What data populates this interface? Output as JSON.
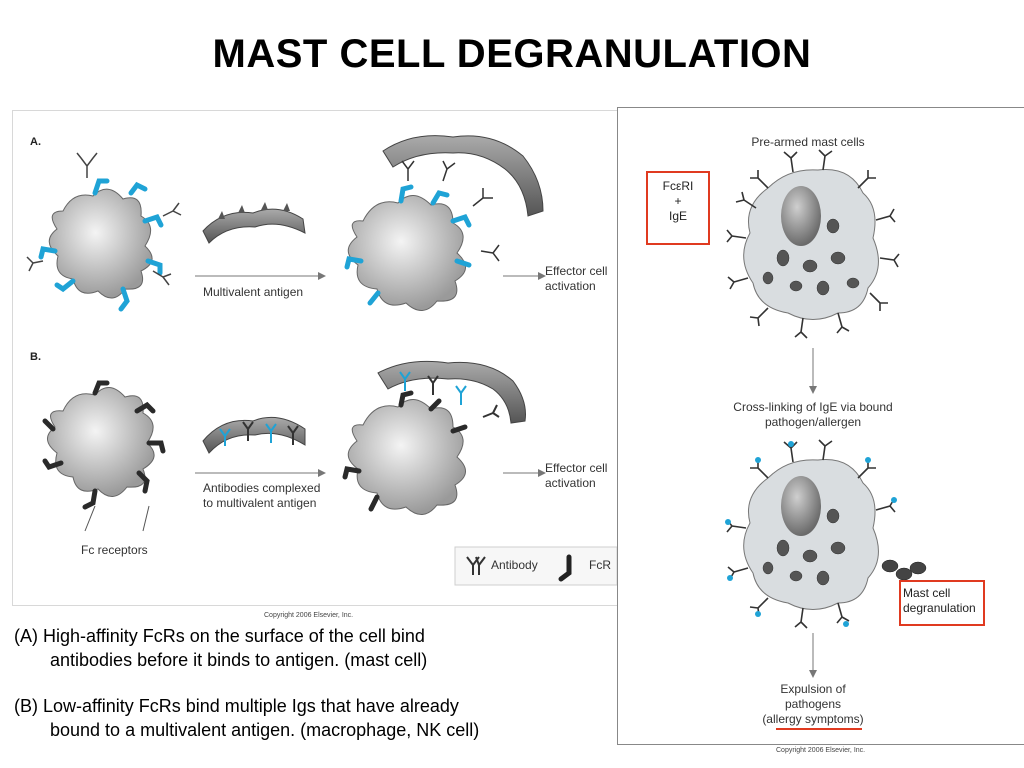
{
  "title": "MAST CELL DEGRANULATION",
  "left_figure": {
    "section_a": "A.",
    "section_b": "B.",
    "multivalent_antigen": "Multivalent antigen",
    "effector_a": "Effector cell activation",
    "antibodies_complexed_line1": "Antibodies complexed",
    "antibodies_complexed_line2": "to multivalent antigen",
    "effector_b": "Effector cell activation",
    "fc_receptors": "Fc receptors",
    "legend_antibody": "Antibody",
    "legend_fcr": "FcR",
    "copyright": "Copyright 2006 Elsevier, Inc."
  },
  "right_figure": {
    "pre_armed": "Pre-armed mast cells",
    "fceri_line1": "FcεRI",
    "fceri_line2": "+",
    "fceri_line3": "IgE",
    "crosslink_line1": "Cross-linking of IgE via bound",
    "crosslink_line2": "pathogen/allergen",
    "degran_line1": "Mast cell",
    "degran_line2": "degranulation",
    "expulsion_line1": "Expulsion of",
    "expulsion_line2": "pathogens",
    "expulsion_line3": "(allergy symptoms)",
    "copyright": "Copyright 2006 Elsevier, Inc."
  },
  "captions": {
    "a_line1": "(A) High-affinity FcRs on the surface of the cell bind",
    "a_line2": "antibodies before it binds to antigen. (mast cell)",
    "b_line1": "(B) Low-affinity FcRs bind multiple Igs that have already",
    "b_line2": "bound to a multivalent antigen. (macrophage, NK cell)"
  },
  "colors": {
    "receptor_blue": "#1fa3d6",
    "receptor_dark": "#222222",
    "highlight_red": "#e03a20",
    "cell_gray": "#bdbdbd",
    "mast_cell_fill": "#d9dde0"
  }
}
